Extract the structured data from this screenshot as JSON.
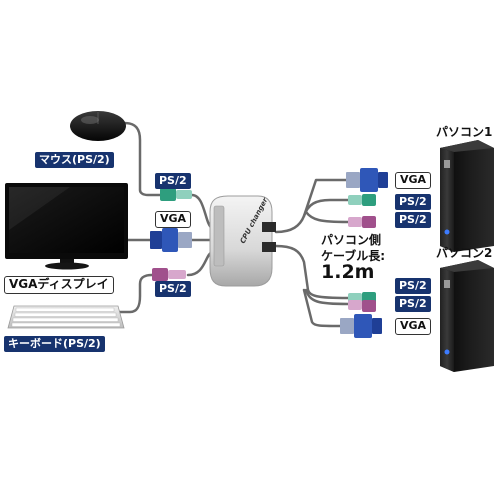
{
  "labels": {
    "mouse": "マウス(PS/2)",
    "display": "VGAディスプレイ",
    "keyboard": "キーボード(PS/2)",
    "pc1": "パソコン1",
    "pc2": "パソコン2",
    "cable_side": "パソコン側",
    "cable_length": "ケーブル長:",
    "cable_value": "1.2m",
    "left_ps2_mouse": "PS/2",
    "left_vga": "VGA",
    "left_ps2_keyboard": "PS/2",
    "pc1_vga": "VGA",
    "pc1_ps2_a": "PS/2",
    "pc1_ps2_b": "PS/2",
    "pc2_ps2_a": "PS/2",
    "pc2_ps2_b": "PS/2",
    "pc2_vga": "VGA",
    "device_brand": "CPU changer"
  },
  "icons": {
    "mouse": "mouse-icon",
    "monitor": "monitor-icon",
    "keyboard": "keyboard-icon",
    "switch": "kvm-switch-icon",
    "tower": "pc-tower-icon",
    "vga_connector": "vga-connector-icon",
    "ps2_mouse_connector": "ps2-green-connector-icon",
    "ps2_keyboard_connector": "ps2-purple-connector-icon"
  },
  "colors": {
    "label_bg": "#17336e",
    "vga_blue": "#2f57b8",
    "ps2_green": "#2e9e7e",
    "ps2_purple": "#a0508c",
    "cable": "#6a6a6a"
  }
}
